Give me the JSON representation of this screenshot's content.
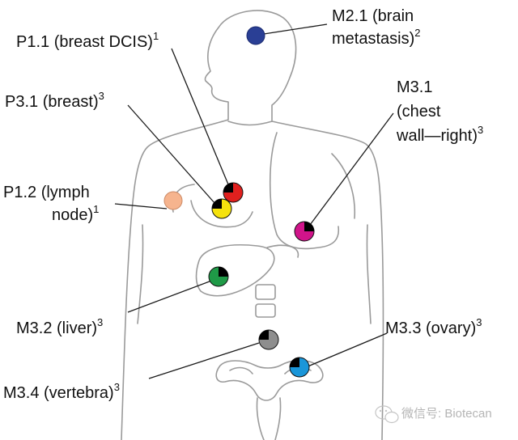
{
  "sites": [
    {
      "id": "P1.1",
      "lines": [
        "P1.1 (breast DCIS)"
      ],
      "sup": "1",
      "color": "#e0201e"
    },
    {
      "id": "P3.1",
      "lines": [
        "P3.1 (breast)"
      ],
      "sup": "3",
      "color": "#f5e20d"
    },
    {
      "id": "P1.2",
      "lines": [
        "P1.2 (lymph",
        "node)"
      ],
      "sup": "1",
      "color": "#f6b48e"
    },
    {
      "id": "M2.1",
      "lines": [
        "M2.1 (brain",
        "metastasis)"
      ],
      "sup": "2",
      "color": "#2a3f95"
    },
    {
      "id": "M3.1",
      "lines": [
        "M3.1",
        "(chest",
        "wall—right)"
      ],
      "sup": "3",
      "color": "#d0148a"
    },
    {
      "id": "M3.2",
      "lines": [
        "M3.2 (liver)"
      ],
      "sup": "3",
      "color": "#1f9a47"
    },
    {
      "id": "M3.3",
      "lines": [
        "M3.3 (ovary)"
      ],
      "sup": "3",
      "color": "#1a96d9"
    },
    {
      "id": "M3.4",
      "lines": [
        "M3.4 (vertebra)"
      ],
      "sup": "3",
      "color": "#8e8e8e"
    }
  ],
  "watermark": "微信号: Biotecan"
}
